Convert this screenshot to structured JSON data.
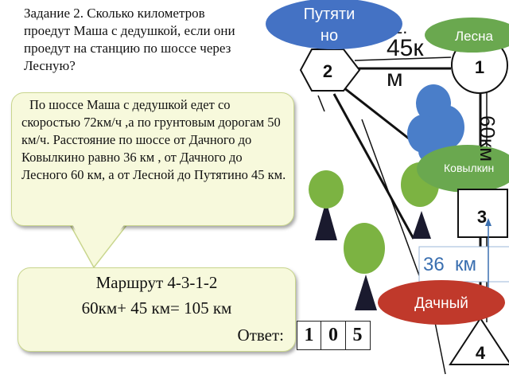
{
  "task": {
    "text": "Задание 2.  Сколько километров\nпроедут Маша с дедушкой, если они\nпроедут  на станцию по шоссе через\nЛесную?"
  },
  "info": {
    "text": "По шоссе Маша с дедушкой едет со скоростью  72км/ч ,а по грунтовым дорогам 50 км/ч. Расстояние по шоссе от Дачного до Ковылкино равно 36 км , от Дачного до Лесного 60 км, а от Лесной до Путятино 45 км."
  },
  "answer": {
    "route": "Маршрут 4-3-1-2",
    "calc": "60км+ 45 км= 105 км",
    "label": "Ответ:",
    "digits": [
      "1",
      "0",
      "5"
    ]
  },
  "map": {
    "labels": {
      "putyatino": [
        "Путяти",
        "но"
      ],
      "lesnaya": "Лесна",
      "kovylkino": "Ковылкин",
      "dachny": "Дачный"
    },
    "nodes": {
      "n1": "1",
      "n2": "2",
      "n3": "3",
      "n4": "4"
    },
    "distances": {
      "d45_top": "45к",
      "d45_bottom": "м",
      "d60": "60км",
      "d36": "36  км",
      "stray": "1."
    },
    "colors": {
      "putyatino_bg": "#4472c4",
      "lesnaya_bg": "#6aa84f",
      "dachny_bg": "#c0392b",
      "cloud": "#4a7ec9",
      "tree_crown": "#7cb342",
      "tree_trunk": "#1a1a2e",
      "distance_blue": "#3a6fb0"
    }
  }
}
